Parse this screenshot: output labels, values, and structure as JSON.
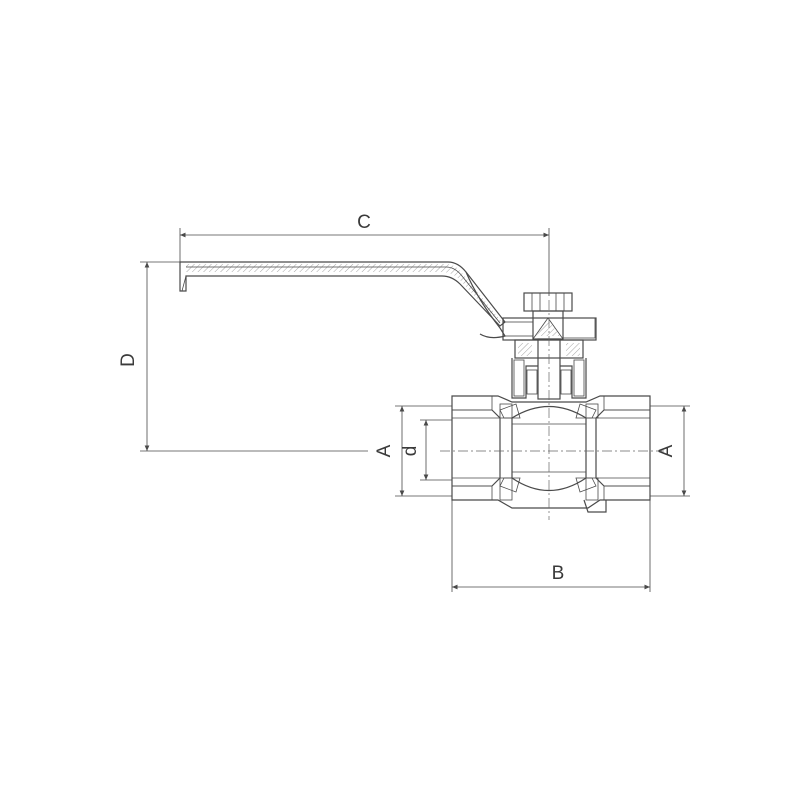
{
  "diagram": {
    "labels": {
      "c": "C",
      "d_upper": "D",
      "a_left": "A",
      "d_lower": "d",
      "a_right": "A",
      "b": "B"
    },
    "colors": {
      "line": "#4a4a4a",
      "background": "#ffffff"
    }
  }
}
